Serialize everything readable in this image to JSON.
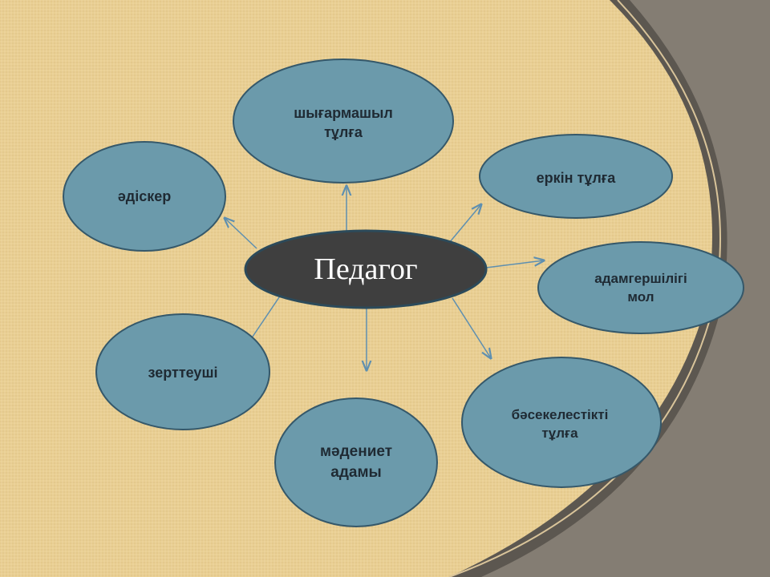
{
  "diagram": {
    "center": {
      "label": "Педагог"
    },
    "nodes": [
      {
        "id": "creative",
        "label": "шығармашыл\nтұлға"
      },
      {
        "id": "methodist",
        "label": "әдіскер"
      },
      {
        "id": "free",
        "label": "еркін тұлға"
      },
      {
        "id": "humane",
        "label": "адамгершілігі\nмол"
      },
      {
        "id": "researcher",
        "label": "зерттеуші"
      },
      {
        "id": "cultured",
        "label": "мәдениет\nадамы"
      },
      {
        "id": "competitive",
        "label": "бәсекелестікті\nтұлға"
      }
    ]
  },
  "colors": {
    "background": "#e9cf93",
    "node_fill": "#6b9aab",
    "node_stroke": "#35586a",
    "center_fill": "#3f3f3f",
    "center_stroke": "#2c4a5a",
    "arrow": "#5e8fb0",
    "frame_dark": "#5c5750",
    "frame_light": "#a69d8f"
  }
}
